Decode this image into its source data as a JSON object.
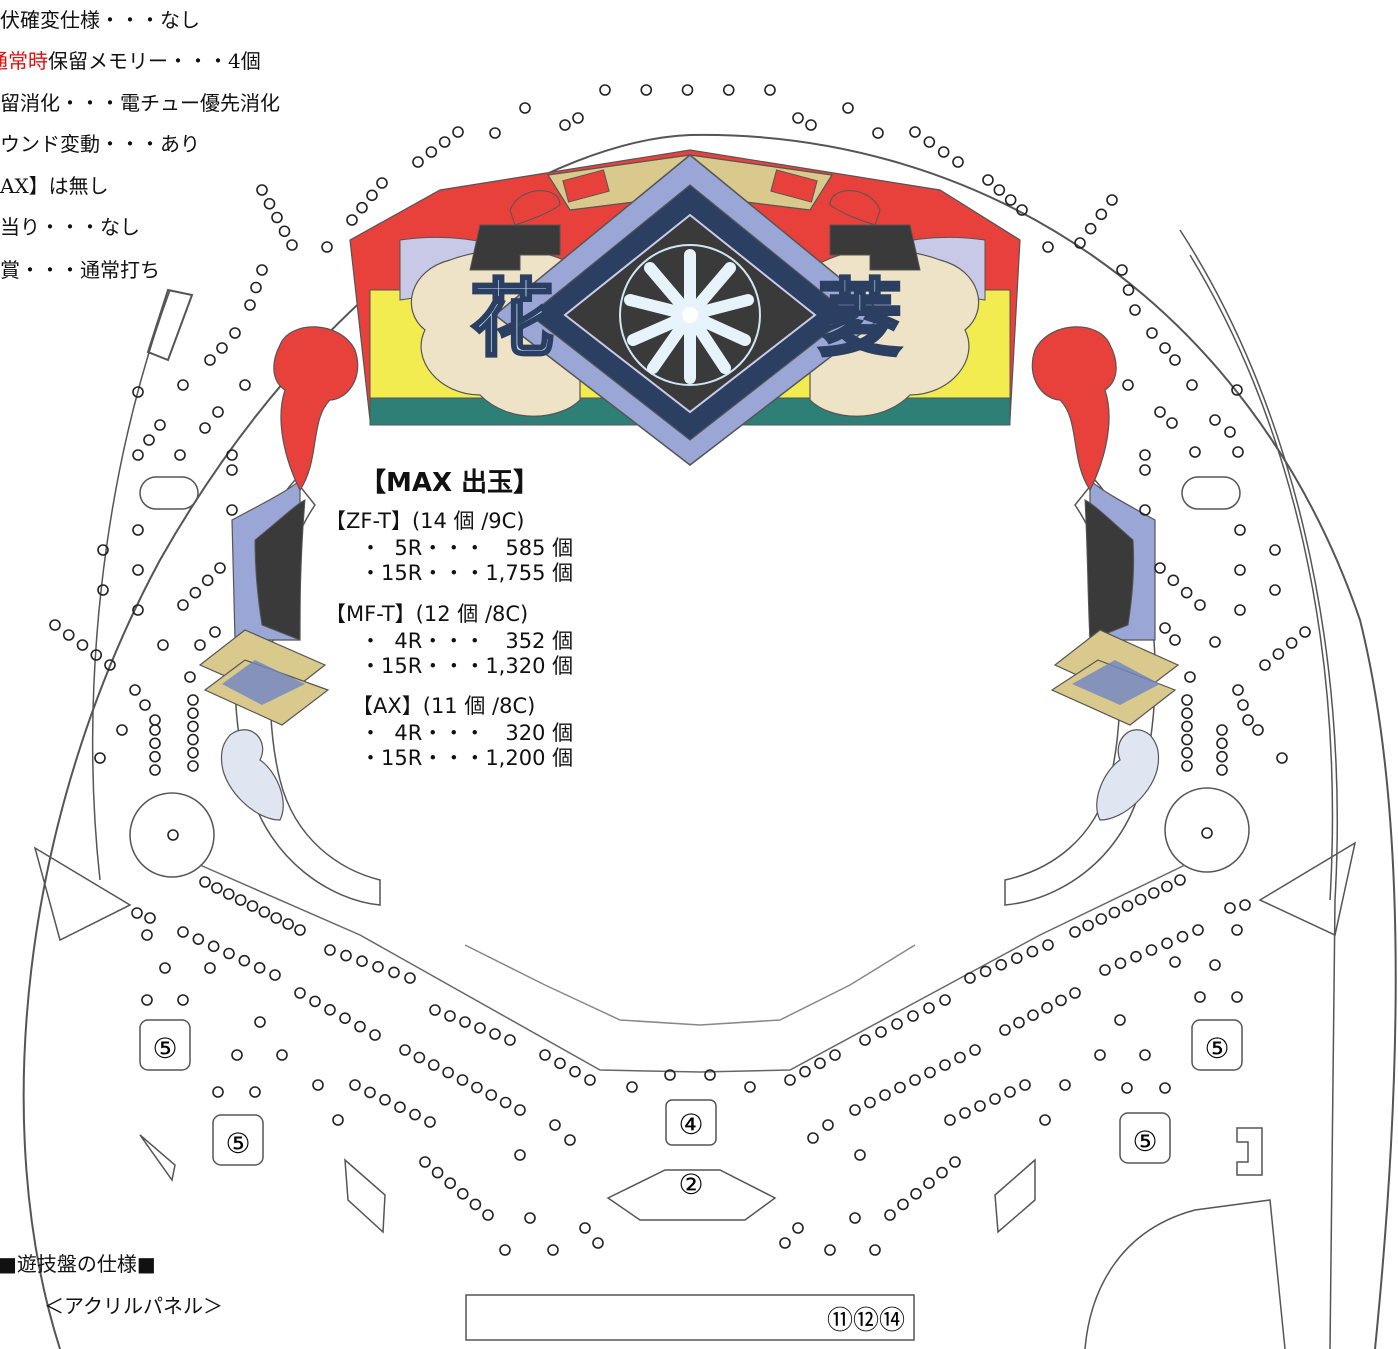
{
  "specs": [
    {
      "pre": "",
      "red": "",
      "post": "潜伏確変仕様・・・なし"
    },
    {
      "pre": "",
      "red": "通常時",
      "post": "保留メモリー・・・4個"
    },
    {
      "pre": "",
      "red": "",
      "post": "保留消化・・・電チュー優先消化"
    },
    {
      "pre": "",
      "red": "",
      "post": "ラウンド変動・・・あり"
    },
    {
      "pre": "",
      "red": "",
      "post": "【AX】は無し"
    },
    {
      "pre": "",
      "red": "",
      "post": "小当り・・・なし"
    },
    {
      "pre": "",
      "red": "",
      "post": "時賞・・・通常打ち"
    }
  ],
  "logo": {
    "char1": "花",
    "char2": "菱"
  },
  "payout": {
    "title": "【MAX 出玉】",
    "groups": [
      {
        "head": "【ZF-T】(14 個 /9C)",
        "lines": [
          "・  5R・・・   585 個",
          "・15R・・・1,755 個"
        ]
      },
      {
        "head": "【MF-T】(12 個 /8C)",
        "lines": [
          "・  4R・・・   352 個",
          "・15R・・・1,320 個"
        ]
      },
      {
        "head": "【AX】(11 個 /8C)",
        "lines": [
          "・  4R・・・   320 個",
          "・15R・・・1,200 個"
        ]
      }
    ]
  },
  "pockets": {
    "five": "⑤",
    "four": "④",
    "two": "②",
    "bottom": "⑪⑫⑭"
  },
  "footer": {
    "board_spec": "■遊技盤の仕様■",
    "acrylic": "＜アクリルパネル＞"
  },
  "colors": {
    "red": "#e8413b",
    "yellow": "#f3ec50",
    "navy": "#2b3f63",
    "gold": "#d9c98c",
    "lavender": "#9aa6d6",
    "teal": "#2e7f76",
    "gray": "#3a3a3a"
  }
}
